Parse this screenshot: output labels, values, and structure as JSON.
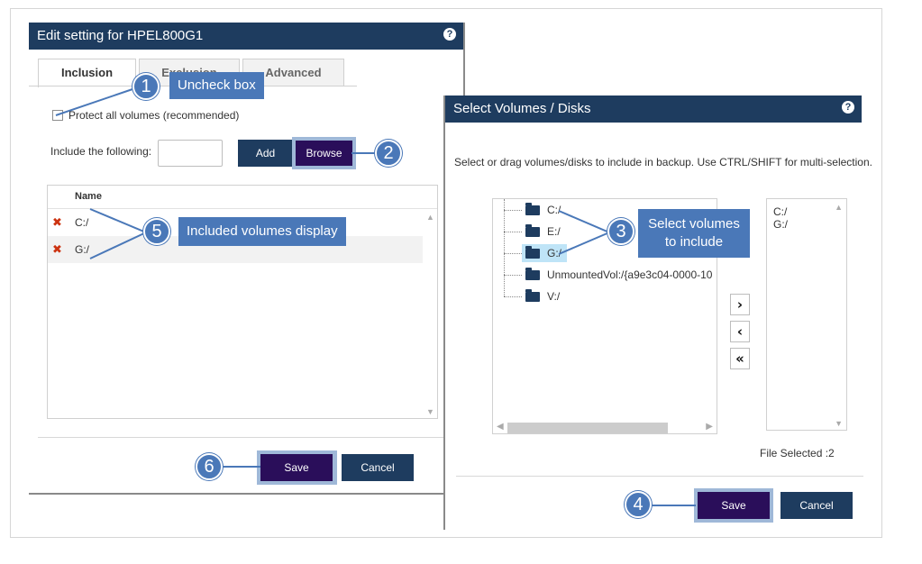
{
  "edit_dialog": {
    "title": "Edit setting for HPEL800G1",
    "help_icon": "?",
    "tabs": [
      {
        "label": "Inclusion",
        "active": true
      },
      {
        "label": "Exclusion",
        "active": false
      },
      {
        "label": "Advanced",
        "active": false
      }
    ],
    "protect_all_label": "Protect all volumes (recommended)",
    "protect_all_checked": false,
    "include_label": "Include the following:",
    "include_value": "",
    "add_button": "Add",
    "browse_button": "Browse",
    "grid": {
      "header": "Name",
      "rows": [
        {
          "remove_icon": "✖",
          "name": "C:/"
        },
        {
          "remove_icon": "✖",
          "name": "G:/"
        }
      ]
    },
    "save_button": "Save",
    "cancel_button": "Cancel"
  },
  "select_dialog": {
    "title": "Select Volumes / Disks",
    "help_icon": "?",
    "instructions": "Select or drag volumes/disks to include in backup. Use CTRL/SHIFT for multi-selection.",
    "tree_items": [
      {
        "label": "C:/",
        "selected": false
      },
      {
        "label": "E:/",
        "selected": false
      },
      {
        "label": "G:/",
        "selected": true
      },
      {
        "label": "UnmountedVol:/{a9e3c04-0000-10",
        "selected": false
      },
      {
        "label": "V:/",
        "selected": false
      }
    ],
    "move_buttons": {
      "add": "›",
      "remove": "‹",
      "remove_all": "«"
    },
    "selected_items": [
      "C:/",
      "G:/"
    ],
    "file_selected": "File Selected :2",
    "save_button": "Save",
    "cancel_button": "Cancel"
  },
  "callouts": [
    {
      "number": "1",
      "text": "Uncheck box"
    },
    {
      "number": "2",
      "text": ""
    },
    {
      "number": "3",
      "text": "Select volumes\nto include"
    },
    {
      "number": "4",
      "text": ""
    },
    {
      "number": "5",
      "text": "Included volumes display"
    },
    {
      "number": "6",
      "text": ""
    }
  ],
  "colors": {
    "titlebar": "#1e3c5f",
    "primary_button": "#2a0e5a",
    "secondary_button": "#1e3c5f",
    "callout": "#4a78b8",
    "highlight": "#9fb8d8",
    "selected_row": "#bfe4f7",
    "remove_icon": "#cc3311"
  }
}
